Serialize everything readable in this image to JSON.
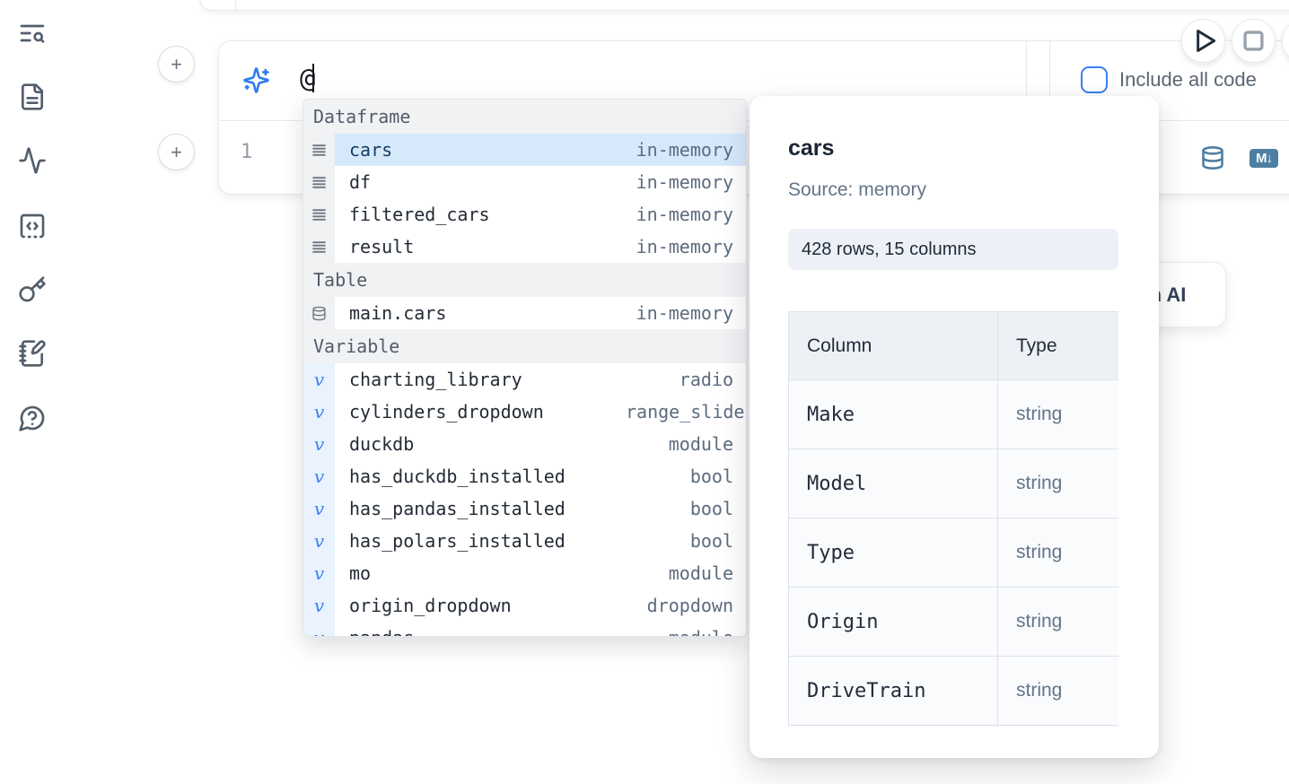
{
  "sidebar": {
    "icons": [
      "text-search",
      "file-text",
      "activity-tracing",
      "code-snippets",
      "key-secrets",
      "scratchpad-notebook",
      "help-chat"
    ]
  },
  "ai_input": {
    "value": "@"
  },
  "cell_toolbar": {
    "include_all_code_label": "Include all code",
    "checkbox_checked": false
  },
  "code_cell": {
    "line_number": "1"
  },
  "cell_icons": {
    "markdown_badge": "M↓"
  },
  "generate_ai_button": {
    "label": "Generate with AI"
  },
  "autocomplete": {
    "sections": [
      {
        "label": "Dataframe",
        "items": [
          {
            "name": "cars",
            "type": "in-memory",
            "icon": "dataframe",
            "selected": true
          },
          {
            "name": "df",
            "type": "in-memory",
            "icon": "dataframe"
          },
          {
            "name": "filtered_cars",
            "type": "in-memory",
            "icon": "dataframe"
          },
          {
            "name": "result",
            "type": "in-memory",
            "icon": "dataframe"
          }
        ]
      },
      {
        "label": "Table",
        "items": [
          {
            "name": "main.cars",
            "type": "in-memory",
            "icon": "database"
          }
        ]
      },
      {
        "label": "Variable",
        "items": [
          {
            "name": "charting_library",
            "type": "radio",
            "icon": "variable"
          },
          {
            "name": "cylinders_dropdown",
            "type": "range_slider",
            "icon": "variable",
            "clip": true
          },
          {
            "name": "duckdb",
            "type": "module",
            "icon": "variable"
          },
          {
            "name": "has_duckdb_installed",
            "type": "bool",
            "icon": "variable"
          },
          {
            "name": "has_pandas_installed",
            "type": "bool",
            "icon": "variable"
          },
          {
            "name": "has_polars_installed",
            "type": "bool",
            "icon": "variable"
          },
          {
            "name": "mo",
            "type": "module",
            "icon": "variable"
          },
          {
            "name": "origin_dropdown",
            "type": "dropdown",
            "icon": "variable"
          },
          {
            "name": "pandas",
            "type": "module",
            "icon": "variable"
          }
        ]
      }
    ]
  },
  "preview": {
    "title": "cars",
    "source": "Source: memory",
    "shape_badge": "428 rows, 15 columns",
    "table": {
      "headers": [
        "Column",
        "Type"
      ],
      "rows": [
        [
          "Make",
          "string"
        ],
        [
          "Model",
          "string"
        ],
        [
          "Type",
          "string"
        ],
        [
          "Origin",
          "string"
        ],
        [
          "DriveTrain",
          "string"
        ]
      ],
      "partial_row": true
    }
  },
  "colors": {
    "accent_blue": "#3d7ef0",
    "steel_blue": "#4d7fa3",
    "selection_blue": "#d6e9fb",
    "border_gray": "#e7e9ed"
  }
}
